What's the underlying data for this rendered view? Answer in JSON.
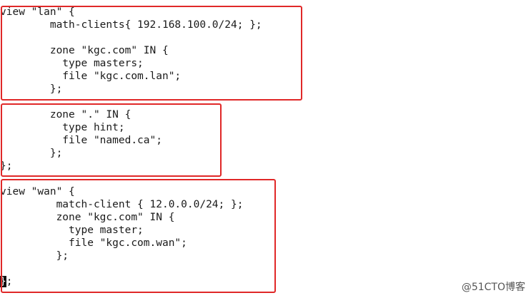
{
  "editor": {
    "lines": [
      "view \"lan\" {",
      "        math-clients{ 192.168.100.0/24; };",
      "",
      "        zone \"kgc.com\" IN {",
      "          type masters;",
      "          file \"kgc.com.lan\";",
      "        };",
      "",
      "        zone \".\" IN {",
      "          type hint;",
      "          file \"named.ca\";",
      "        };",
      "};",
      "",
      "view \"wan\" {",
      "         match-client { 12.0.0.0/24; };",
      "         zone \"kgc.com\" IN {",
      "           type master;",
      "           file \"kgc.com.wan\";",
      "         };",
      "",
      ""
    ],
    "cursor_char": "}",
    "cursor_tail": ";"
  },
  "colors": {
    "highlight_border": "#e02828",
    "text": "#1a1a1a",
    "background": "#ffffff"
  },
  "watermark": {
    "text": "@51CTO博客"
  }
}
